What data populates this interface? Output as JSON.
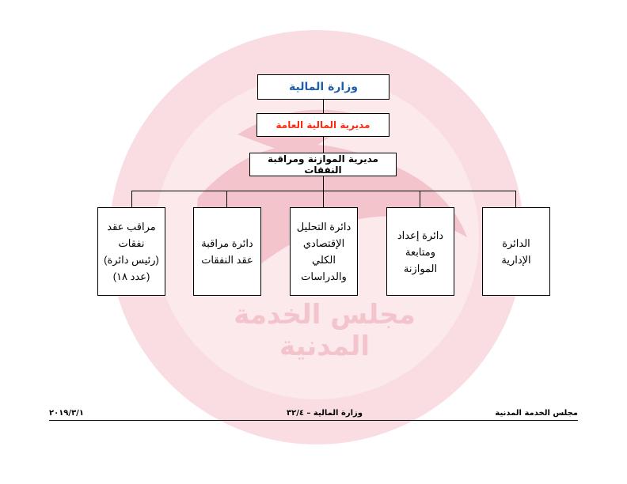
{
  "watermark": {
    "text": "مجلس الخدمة المدنية",
    "color": "#f4c4cc"
  },
  "chart": {
    "top": {
      "label": "وزارة المالية",
      "color": "#1f5fa8"
    },
    "second": {
      "label": "مديرية المالية العامة",
      "color": "#ff2a10"
    },
    "third": {
      "label": "مديرية الموازنة ومراقبة النفقات"
    },
    "units": [
      {
        "label": "الدائرة\nالإدارية"
      },
      {
        "label": "دائرة إعداد\nومتابعة\nالموازنة"
      },
      {
        "label": "دائرة التحليل\nالإقتصادي\nالكلي\nوالدراسات"
      },
      {
        "label": "دائرة مراقبة\nعقد النفقات"
      },
      {
        "label": "مراقب عقد\nنفقات\n(رئيس دائرة)\n(عدد ١٨)"
      }
    ]
  },
  "footer": {
    "right": "مجلس الخدمة المدنية",
    "center": "وزارة المالية – ٣٢/٤",
    "left": "٢٠١٩/٣/١"
  }
}
